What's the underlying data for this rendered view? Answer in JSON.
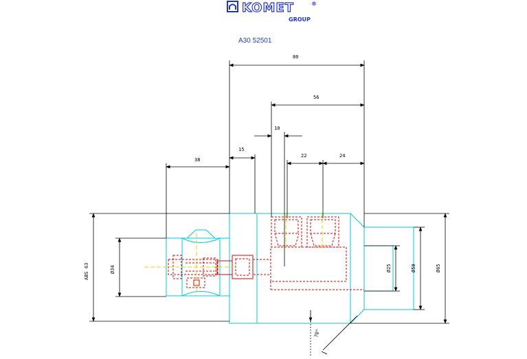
{
  "brand": {
    "name": "KOMET",
    "mark": "®",
    "group": "GROUP",
    "color": "#2233cc"
  },
  "part_code": "A30 52501",
  "colors": {
    "outline": "#00c8d8",
    "hidden": "#e00000",
    "axis": "#e8d000",
    "dimension": "#000000"
  },
  "dimensions": {
    "d80": "80",
    "d56": "56",
    "d10": "10",
    "d15": "15",
    "d22": "22",
    "d24": "24",
    "d38": "38",
    "abs63": "ABS 63",
    "dia34": "Ø34",
    "dia25": "Ø25",
    "dia50": "Ø50",
    "dia65": "Ø65",
    "angle": "70°"
  }
}
